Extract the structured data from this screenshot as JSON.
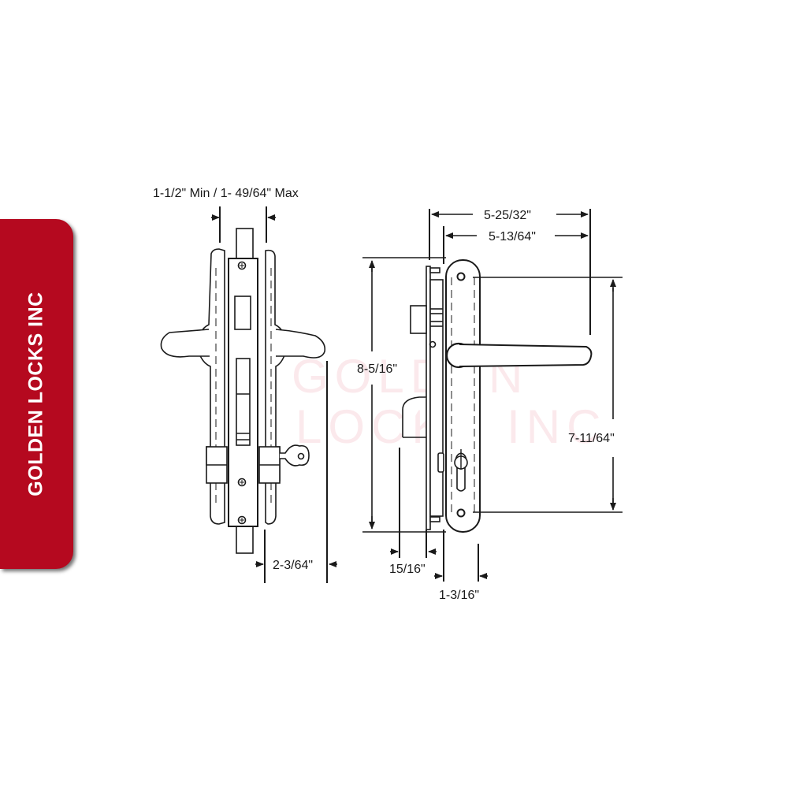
{
  "brand": {
    "name": "GOLDEN LOCKS INC",
    "tab_color": "#b5091f",
    "text_color": "#ffffff"
  },
  "watermark": {
    "line1": "GOLDEN",
    "line2": "LOCKS INC"
  },
  "side_view": {
    "backset_range_label": "1-1/2\" Min / 1- 49/64\" Max",
    "lever_projection_label": "2-3/64\""
  },
  "front_view": {
    "overall_projection_label": "5-25/32\"",
    "lever_length_label": "5-13/64\"",
    "faceplate_height_label": "8-5/16\"",
    "screw_spacing_label": "7-11/64\"",
    "backset_label": "15/16\"",
    "escutcheon_width_label": "1-3/16\""
  },
  "colors": {
    "line": "#1a1a1a",
    "background": "#ffffff"
  }
}
